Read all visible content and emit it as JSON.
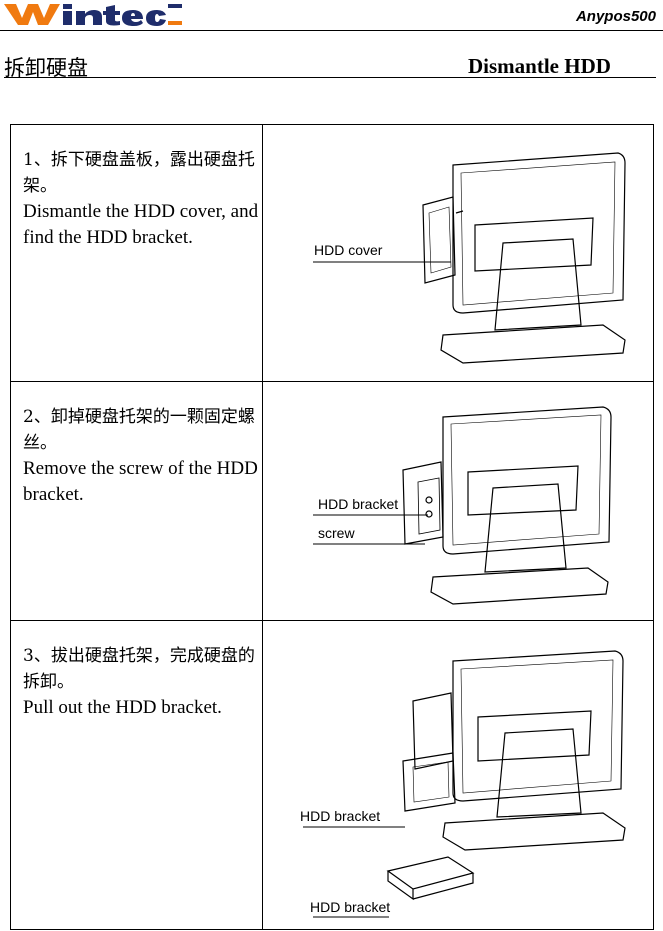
{
  "header": {
    "product": "Anypos500",
    "logo_text": "Wintec"
  },
  "title": {
    "cn": "拆卸硬盘",
    "en": "Dismantle HDD"
  },
  "steps": [
    {
      "cn": "1、拆下硬盘盖板，露出硬盘托架。",
      "en": "Dismantle the HDD cover, and find the HDD bracket.",
      "labels": [
        "HDD cover"
      ]
    },
    {
      "cn": "2、卸掉硬盘托架的一颗固定螺丝。",
      "en": "Remove the screw of the HDD bracket.",
      "labels": [
        "HDD bracket",
        "screw"
      ]
    },
    {
      "cn": "3、拔出硬盘托架，完成硬盘的拆卸。",
      "en": "Pull out the HDD bracket.",
      "labels": [
        "HDD bracket",
        "HDD bracket"
      ]
    }
  ],
  "colors": {
    "logo_orange": "#f07a10",
    "logo_navy": "#1f2d6b",
    "line": "#000000"
  }
}
